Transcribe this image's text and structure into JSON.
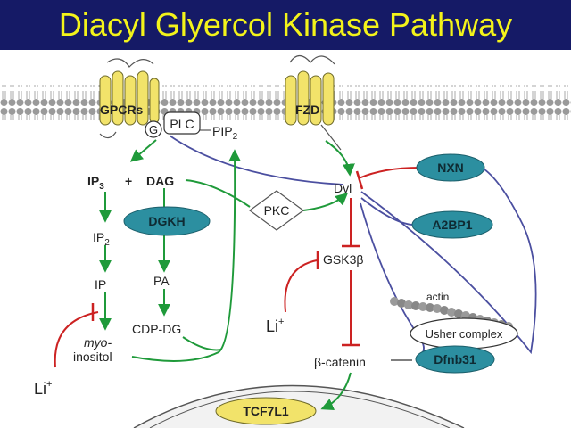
{
  "title": "Diacyl Glyercol Kinase Pathway",
  "colors": {
    "title_bg": "#151a66",
    "title_text": "#f3f31a",
    "teal_node": "#2c8fa0",
    "receptor_yellow": "#f2e36a",
    "green_arrow": "#1f9a3a",
    "red_inhibit": "#cc2222",
    "blue_link": "#4b4fa0"
  },
  "membrane": {
    "gpcr_label": "GPCRs",
    "g_label": "G",
    "plc_label": "PLC",
    "pip2_label": "PIP",
    "pip2_sub": "2",
    "fzd_label": "FZD"
  },
  "left_pathway": {
    "ip3": "IP",
    "ip3_sub": "3",
    "plus": "+",
    "dag": "DAG",
    "dgkh": "DGKH",
    "ip2": "IP",
    "ip2_sub": "2",
    "ip": "IP",
    "pa": "PA",
    "cdp_dg": "CDP-DG",
    "myo": "myo-",
    "inositol": "inositol",
    "li_left": "Li",
    "li_left_sup": "+"
  },
  "right_pathway": {
    "pkc": "PKC",
    "dvl": "Dvl",
    "nxn": "NXN",
    "a2bp1": "A2BP1",
    "gsk3b": "GSK3β",
    "li_right": "Li",
    "li_right_sup": "+",
    "actin": "actin",
    "usher": "Usher complex",
    "dfnb31": "Dfnb31",
    "beta_catenin": "β-catenin",
    "tcf7l1": "TCF7L1"
  }
}
